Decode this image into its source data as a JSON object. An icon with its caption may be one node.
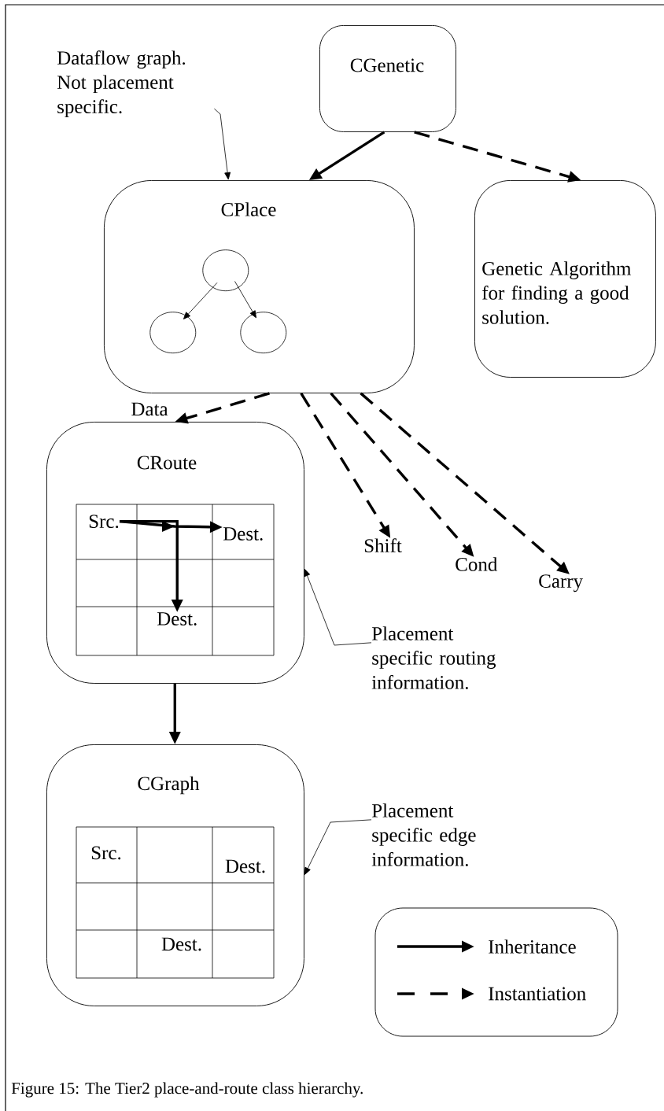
{
  "diagram": {
    "caption": "Figure 15:  The Tier2 place-and-route class hierarchy.",
    "nodes": [
      {
        "text": [
          "CGenetic"
        ]
      },
      {
        "text": [
          "Dataflow graph. Not placement specific."
        ]
      },
      {
        "text": [
          "CPlace"
        ]
      },
      {
        "text": [],
        "shape": "circle",
        "in": 2
      },
      {
        "text": [],
        "shape": "circle",
        "in": 2
      },
      {
        "text": [],
        "shape": "circle",
        "in": 2
      },
      {
        "text": [
          "Genetic Algorithm for finding a good solution."
        ]
      },
      {
        "text": [
          "CRoute"
        ]
      },
      {
        "text": [
          "Src."
        ],
        "in": 7
      },
      {
        "text": [
          "Dest."
        ],
        "in": 7
      },
      {
        "text": [
          "Dest."
        ],
        "in": 7
      },
      {
        "text": [
          "Shift"
        ]
      },
      {
        "text": [
          "Cond"
        ]
      },
      {
        "text": [
          "Carry"
        ]
      },
      {
        "text": [
          "Placement specific routing information."
        ]
      },
      {
        "text": [
          "CGraph"
        ]
      },
      {
        "text": [
          "Placement specific edge information."
        ]
      }
    ],
    "edges": [
      {
        "from": 0,
        "to": 2,
        "arrow": "to"
      },
      {
        "from": 0,
        "to": 6,
        "arrow": "to",
        "style": "dashed"
      },
      {
        "from": 1,
        "to": 2,
        "arrow": "to"
      },
      {
        "from": 3,
        "to": 4,
        "arrow": "to"
      },
      {
        "from": 3,
        "to": 5,
        "arrow": "to"
      },
      {
        "from": 2,
        "to": 7,
        "arrow": "to",
        "style": "dashed",
        "label": "Data"
      },
      {
        "from": 2,
        "to": 11,
        "arrow": "to",
        "style": "dashed"
      },
      {
        "from": 2,
        "to": 12,
        "arrow": "to",
        "style": "dashed"
      },
      {
        "from": 2,
        "to": 13,
        "arrow": "to",
        "style": "dashed"
      },
      {
        "from": 8,
        "to": 9,
        "arrow": "to"
      },
      {
        "from": 8,
        "to": 10,
        "arrow": "to"
      },
      {
        "from": 14,
        "to": 7,
        "arrow": "to"
      },
      {
        "from": 7,
        "to": 15,
        "arrow": "to"
      },
      {
        "from": 16,
        "to": 15,
        "arrow": "to"
      }
    ],
    "labels": [
      "Src.",
      "Dest.",
      "Dest."
    ],
    "legend": [
      {
        "text": "Inheritance"
      },
      {
        "text": "Instantiation"
      }
    ]
  }
}
